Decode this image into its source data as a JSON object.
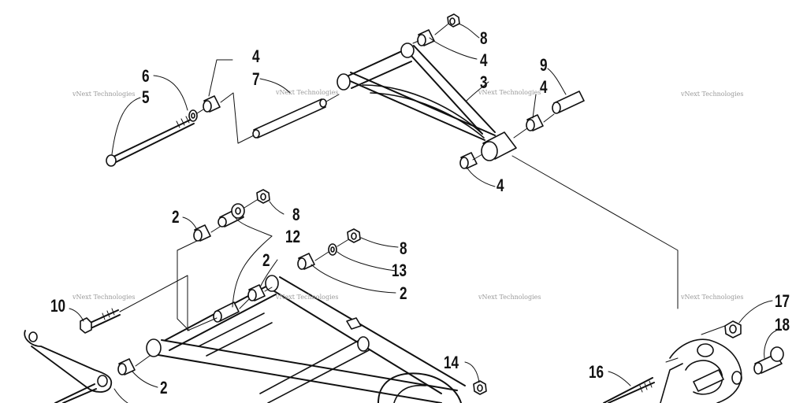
{
  "callouts": {
    "c8a": "8",
    "c4a": "4",
    "c4b": "4",
    "c7": "7",
    "c6": "6",
    "c5": "5",
    "c3": "3",
    "c9": "9",
    "c4c": "4",
    "c4d": "4",
    "c2a": "2",
    "c8b": "8",
    "c12": "12",
    "c8c": "8",
    "c2b": "2",
    "c13": "13",
    "c2c": "2",
    "c10": "10",
    "c2d": "2",
    "c14": "14",
    "c16": "16",
    "c17": "17",
    "c18": "18"
  },
  "watermark": {
    "text": "vNext Technologies"
  },
  "colors": {
    "line": "#111111",
    "fill": "#ffffff"
  }
}
